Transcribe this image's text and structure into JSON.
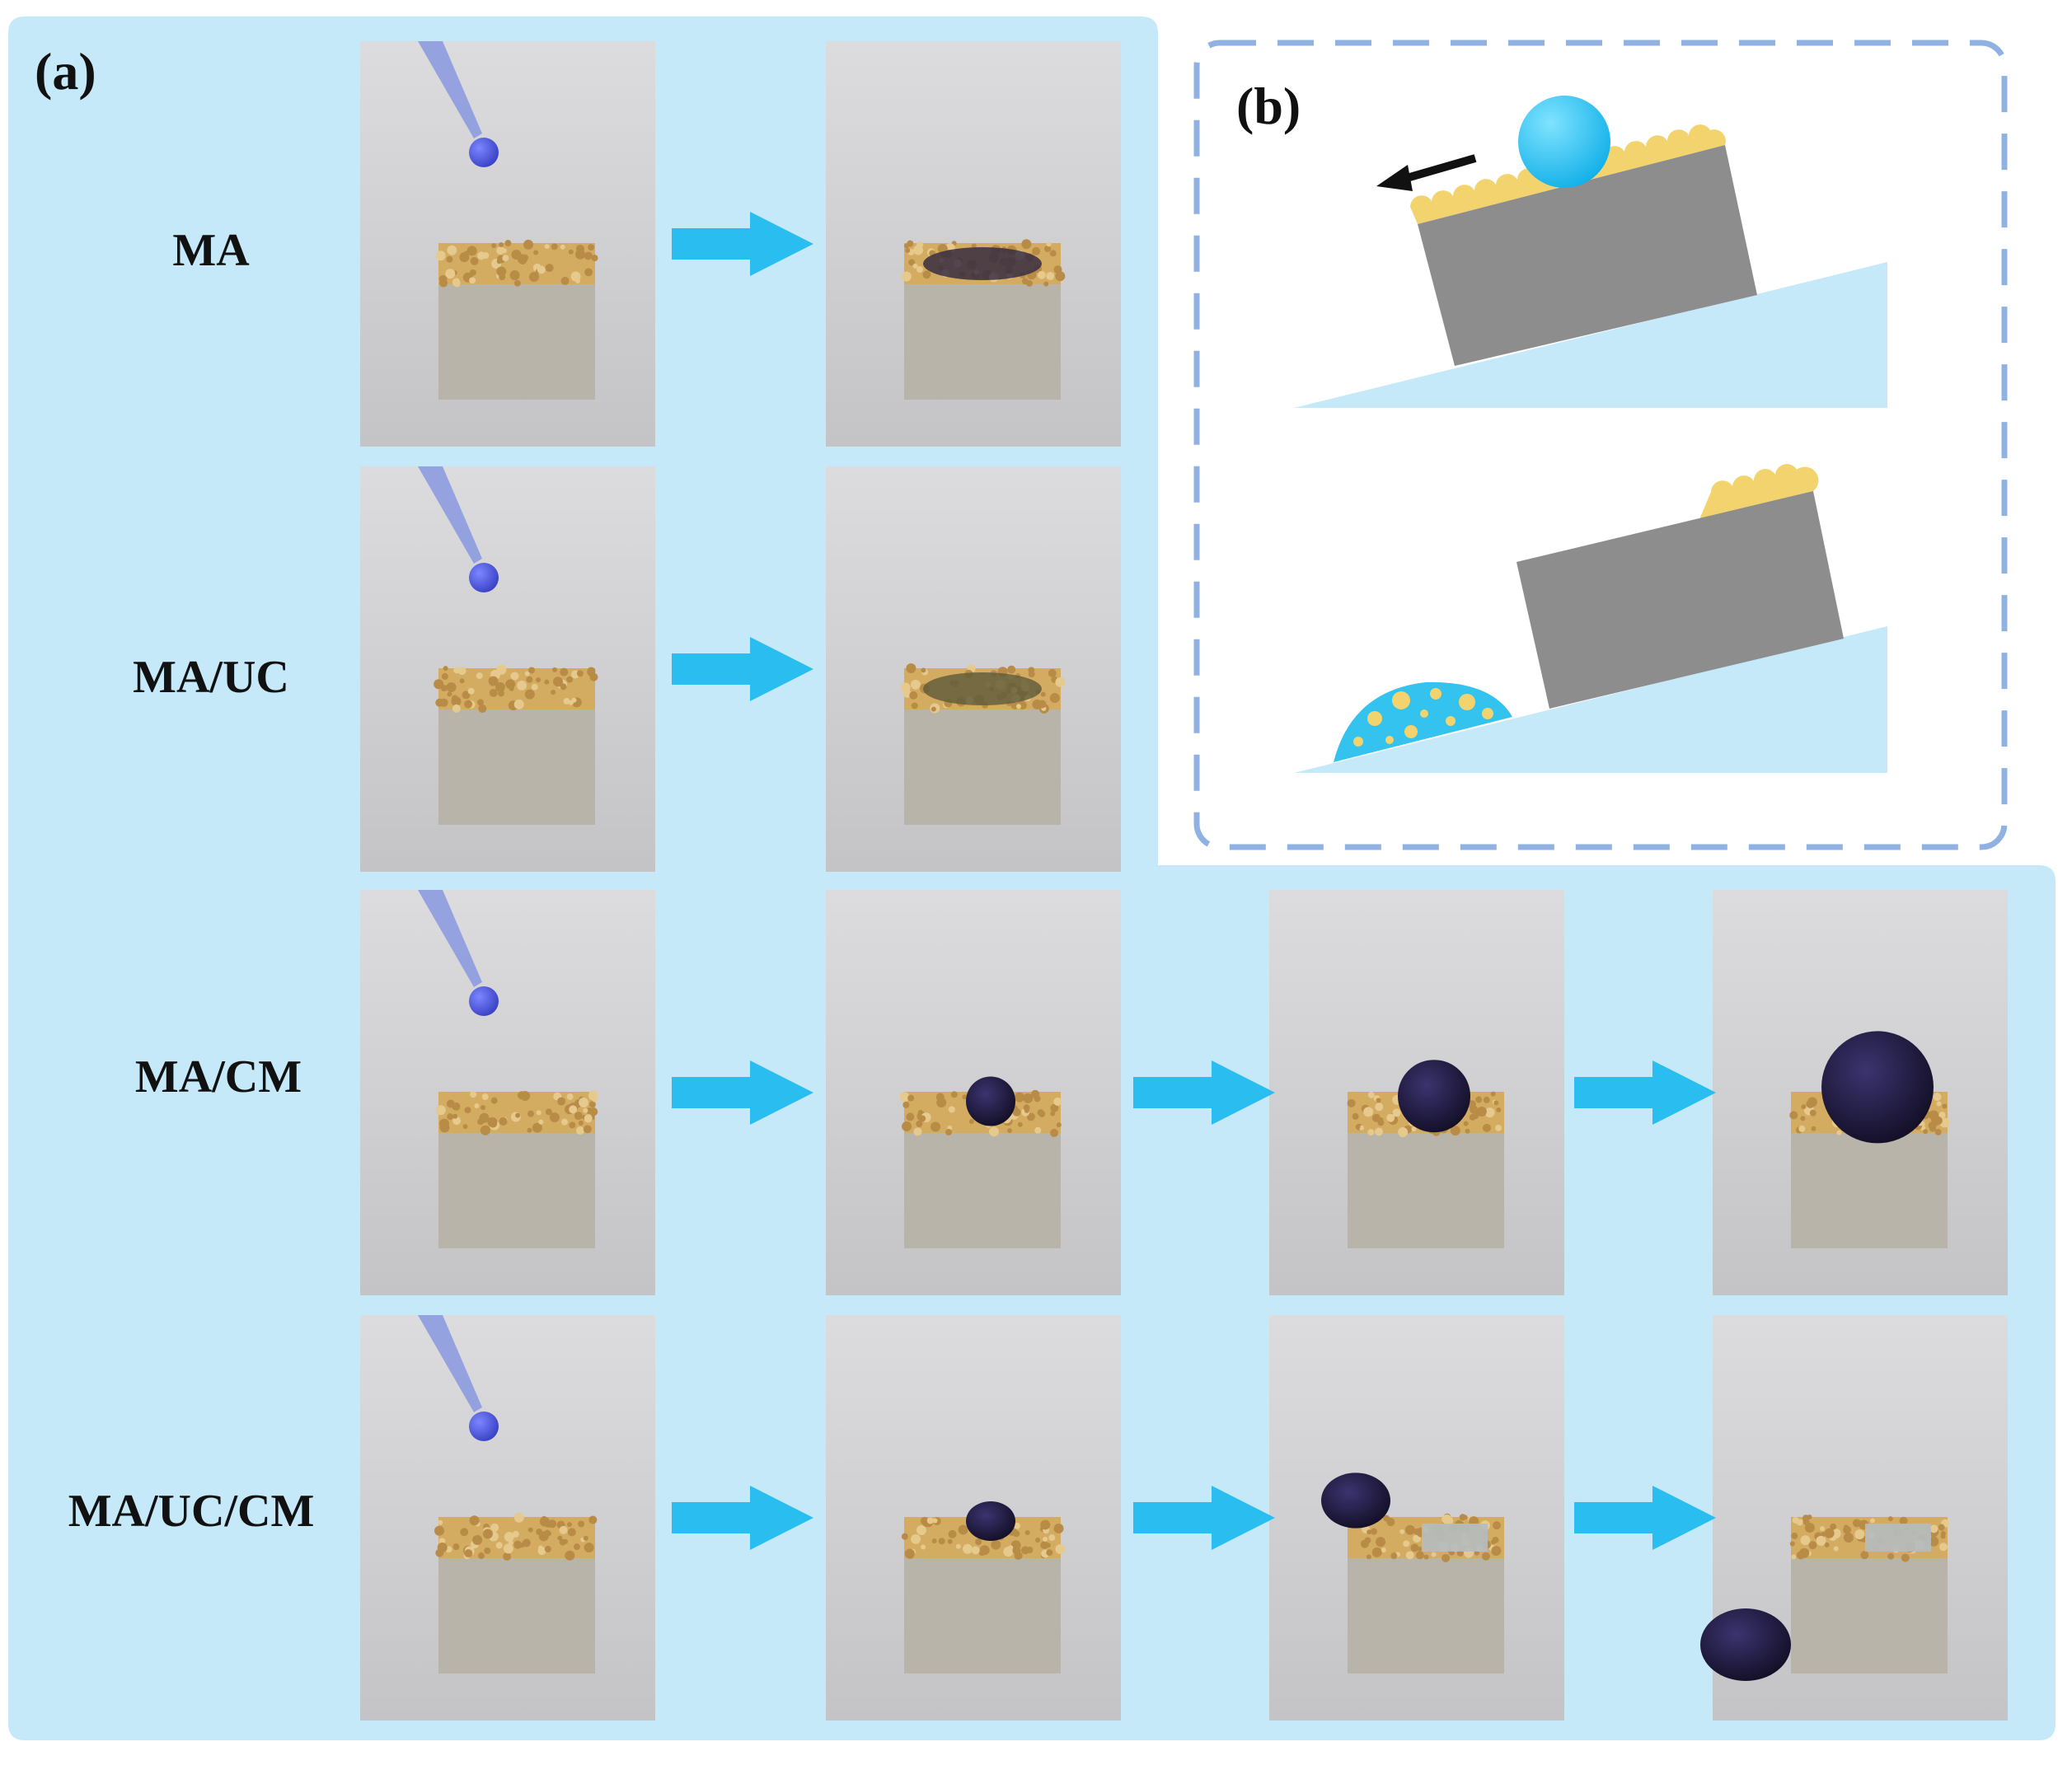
{
  "panel_a": {
    "label": "(a)",
    "rows": [
      {
        "name": "MA",
        "frames": 2,
        "outcome": "absorbed"
      },
      {
        "name": "MA/UC",
        "frames": 2,
        "outcome": "absorbed"
      },
      {
        "name": "MA/CM",
        "frames": 4,
        "outcome": "bead-grows"
      },
      {
        "name": "MA/UC/CM",
        "frames": 4,
        "outcome": "bead-rolls-off"
      }
    ]
  },
  "panel_b": {
    "label": "(b)"
  },
  "colors": {
    "panel_bg": "#c5e9f9",
    "arrow": "#29bdf0",
    "photo_bg": "#cfcfd1",
    "block_side": "#b9b4aa",
    "sand": "#d3ac62",
    "dye_drop": "#4a55d6",
    "dark_drop": "#1a1533",
    "dashed_border": "#8fb2e3",
    "schematic_block": "#8d8d8d",
    "schematic_slope": "#c5e9f9",
    "schematic_droplet": "#33c3ee",
    "schematic_particles": "#f2d36d"
  }
}
